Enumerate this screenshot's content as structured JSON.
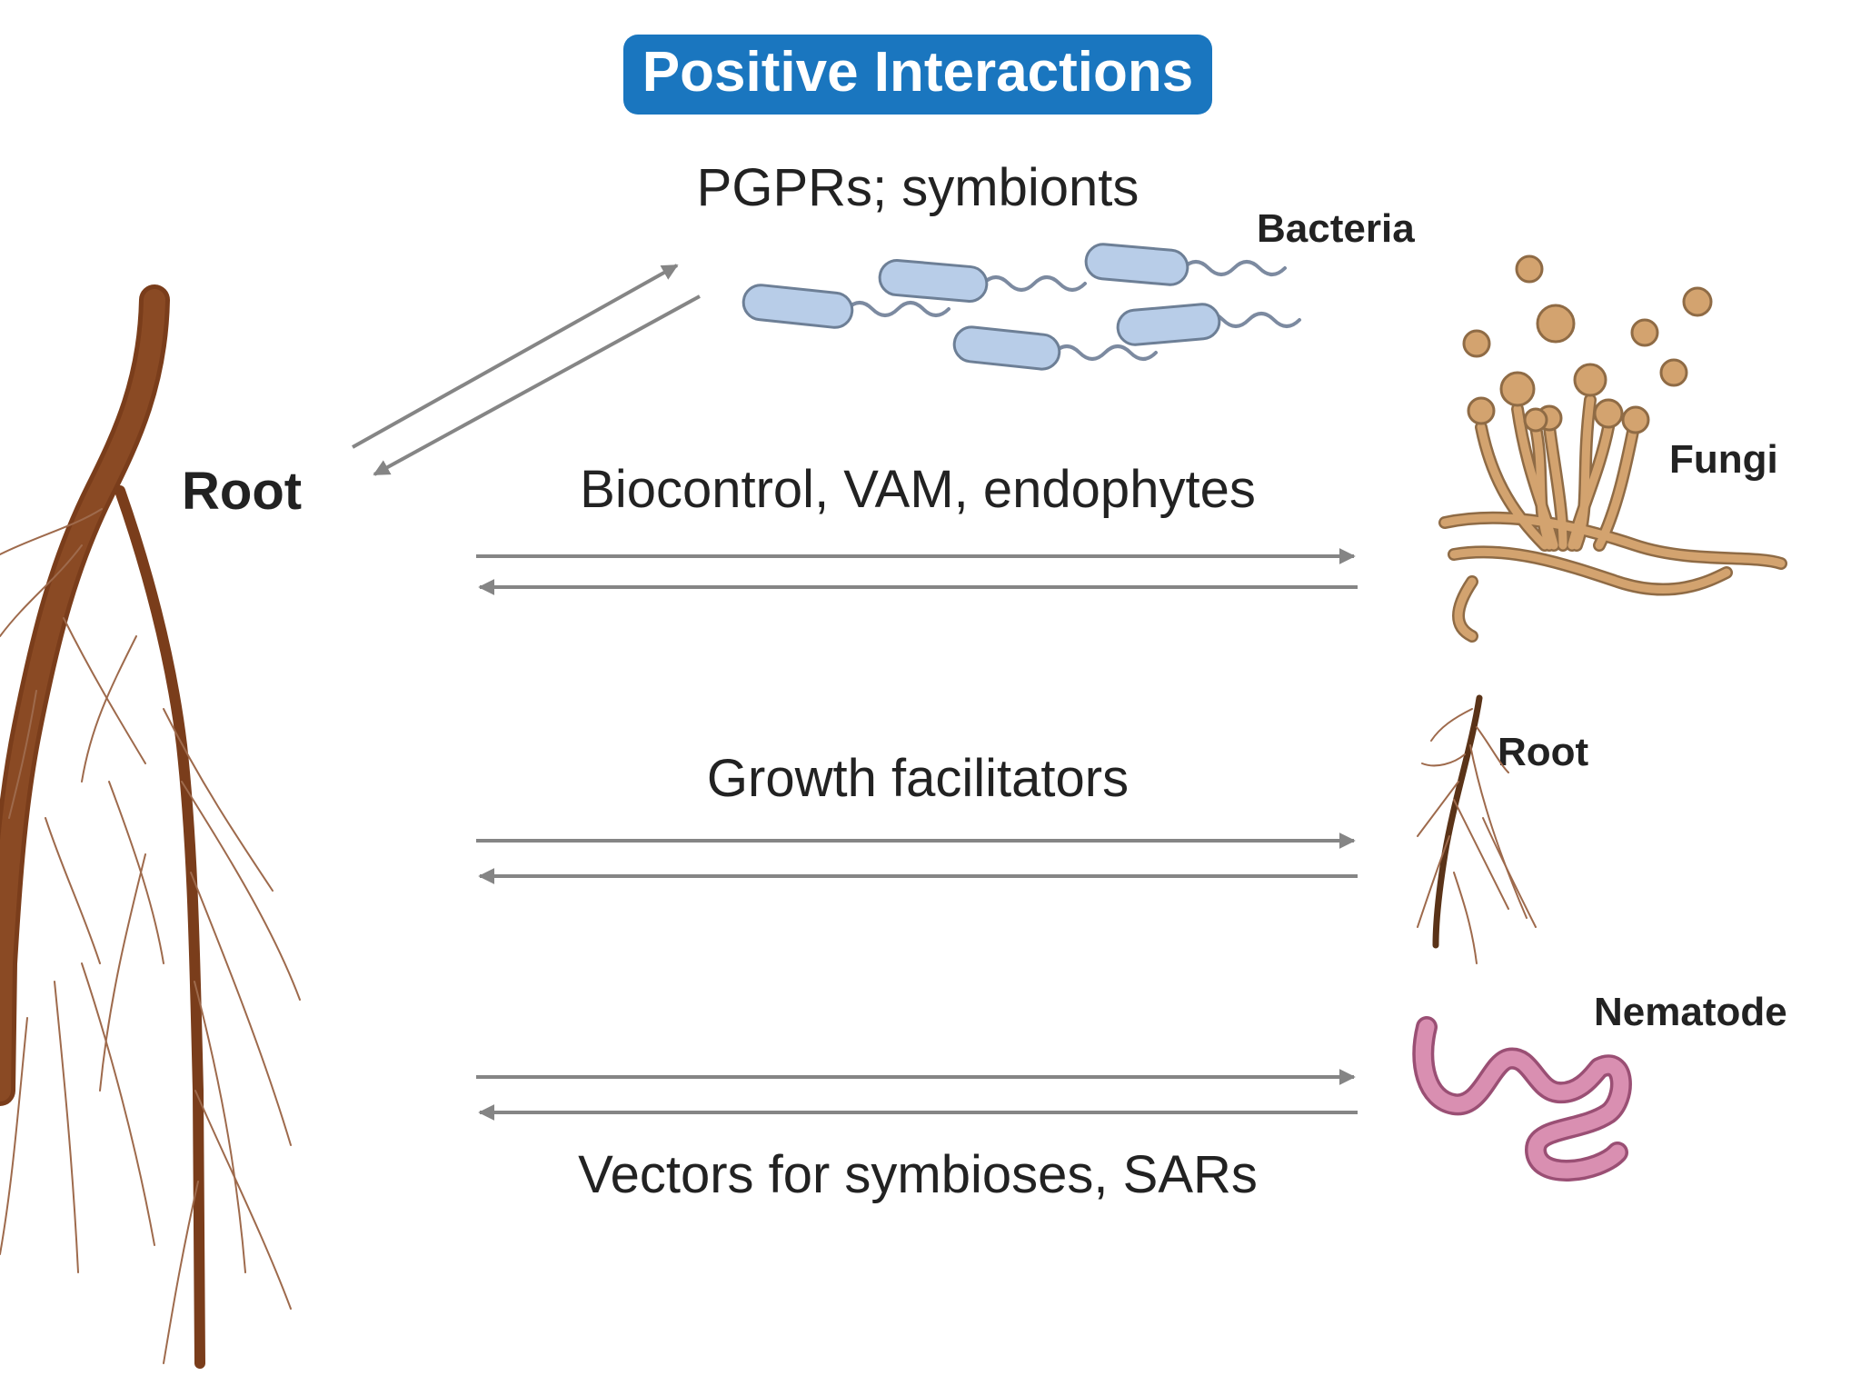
{
  "title": "Positive Interactions",
  "main_label": "Root",
  "interactions": [
    {
      "organism": "Bacteria",
      "description": "PGPRs; symbionts"
    },
    {
      "organism": "Fungi",
      "description": "Biocontrol, VAM, endophytes"
    },
    {
      "organism": "Root",
      "description": "Growth facilitators"
    },
    {
      "organism": "Nematode",
      "description": "Vectors for symbioses, SARs"
    }
  ],
  "colors": {
    "title_bg": "#1a76bf",
    "title_text": "#ffffff",
    "arrow": "#858585",
    "main_root": "#7a3d1b",
    "rootlet": "#9e6a4c",
    "bacteria_fill": "#b8cde8",
    "bacteria_stroke": "#6d7f96",
    "fungi_fill": "#d3a36f",
    "fungi_stroke": "#8f6b45",
    "nematode_fill": "#d98fb1",
    "nematode_stroke": "#9a4f74"
  }
}
